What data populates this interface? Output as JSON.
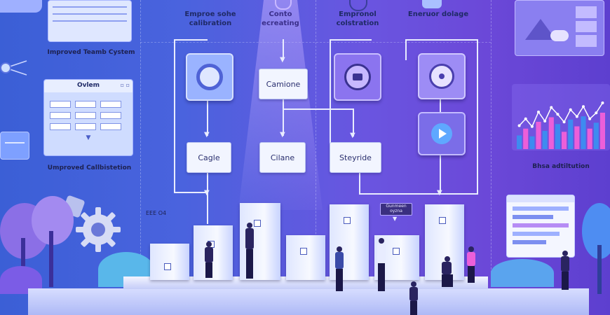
{
  "left_panels": {
    "top_label": "Improved Teamb Cystem",
    "form_title": "Ovlem",
    "bottom_label": "Umproved Callbistetion"
  },
  "columns": [
    {
      "heading": "Emproe sohe calibration",
      "step_label": "",
      "node_label": "Cagle"
    },
    {
      "heading": "Conto ecreating",
      "step_label": "Camione",
      "node_label": "Cilane"
    },
    {
      "heading": "Empronol colstration",
      "step_label": "",
      "node_label": "Steyride"
    },
    {
      "heading": "Eneruor dolage",
      "step_label": "",
      "node_label": ""
    }
  ],
  "right_panels": {
    "chart_caption": "Bhsa adtiltution",
    "chart_values": [
      30,
      45,
      28,
      60,
      40,
      70,
      55,
      38,
      65,
      50,
      72,
      45,
      58,
      80
    ]
  },
  "small_readout": "EEE O4",
  "podium_tag": "Gunmeen oyzna",
  "colors": {
    "accent_purple": "#7b5ce6",
    "chart_pink": "#ec5fd9",
    "chart_blue": "#3e8bf0"
  }
}
